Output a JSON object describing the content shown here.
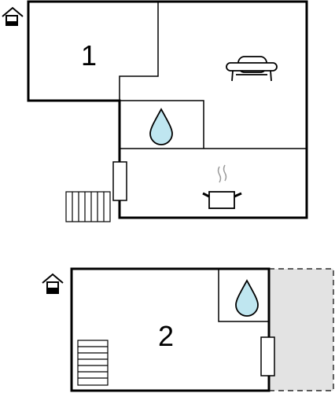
{
  "floors": [
    {
      "label": "1",
      "rooms": [
        "room-1",
        "living-room",
        "bathroom",
        "kitchen"
      ],
      "icons": [
        "entrance-house-icon",
        "sofa-icon",
        "water-drop-icon",
        "cooking-pot-icon",
        "radiator-icon",
        "stairs-icon"
      ]
    },
    {
      "label": "2",
      "rooms": [
        "room-2",
        "bathroom",
        "terrace"
      ],
      "icons": [
        "entrance-house-icon",
        "water-drop-icon",
        "radiator-icon",
        "stairs-icon"
      ]
    }
  ],
  "colors": {
    "wall": "#000000",
    "water": "#bfe6f0",
    "terrace": "#e3e3e3",
    "background": "#ffffff"
  }
}
